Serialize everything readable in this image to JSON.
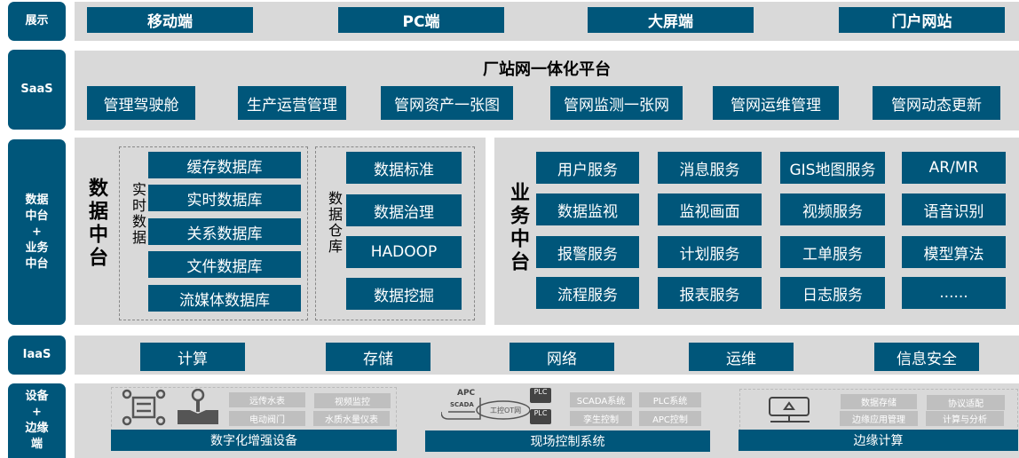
{
  "layers": {
    "display": "展示",
    "saas": "SaaS",
    "data": "数据\n中台\n+\n业务\n中台",
    "iaas": "IaaS",
    "device": "设备\n+\n边缘\n端"
  },
  "display": [
    "移动端",
    "PC端",
    "大屏端",
    "门户网站"
  ],
  "saas": {
    "title": "厂站网一体化平台",
    "items": [
      "管理驾驶舱",
      "生产运营管理",
      "管网资产一张图",
      "管网监测一张网",
      "管网运维管理",
      "管网动态更新"
    ]
  },
  "data_center": {
    "title": "数据中台",
    "realtime_label": "实时数据",
    "realtime": [
      "缓存数据库",
      "实时数据库",
      "关系数据库",
      "文件数据库",
      "流媒体数据库"
    ],
    "warehouse_label": "数据仓库",
    "warehouse": [
      "数据标准",
      "数据治理",
      "HADOOP",
      "数据挖掘"
    ]
  },
  "business_center": {
    "title": "业务中台",
    "items": [
      "用户服务",
      "消息服务",
      "GIS地图服务",
      "AR/MR",
      "数据监视",
      "监视画面",
      "视频服务",
      "语音识别",
      "报警服务",
      "计划服务",
      "工单服务",
      "模型算法",
      "流程服务",
      "报表服务",
      "日志服务",
      "......"
    ]
  },
  "iaas": [
    "计算",
    "存储",
    "网络",
    "运维",
    "信息安全"
  ],
  "devices": [
    {
      "title": "数字化增强设备",
      "chips": [
        "远传水表",
        "视频监控",
        "电动阀门",
        "水质水量仪表"
      ]
    },
    {
      "title": "现场控制系统",
      "chips": [
        "SCADA系统",
        "PLC系统",
        "孪生控制",
        "APC控制"
      ],
      "diagram": {
        "apc": "APC",
        "scada": "SCADA",
        "net": "工控OT网",
        "plc": "PLC"
      }
    },
    {
      "title": "边缘计算",
      "chips": [
        "数据存储",
        "协议适配",
        "边缘应用管理",
        "计算与分析"
      ]
    }
  ],
  "colors": {
    "primary": "#00567a",
    "panel": "#d9d9d9",
    "chip": "#bfbfbf"
  }
}
